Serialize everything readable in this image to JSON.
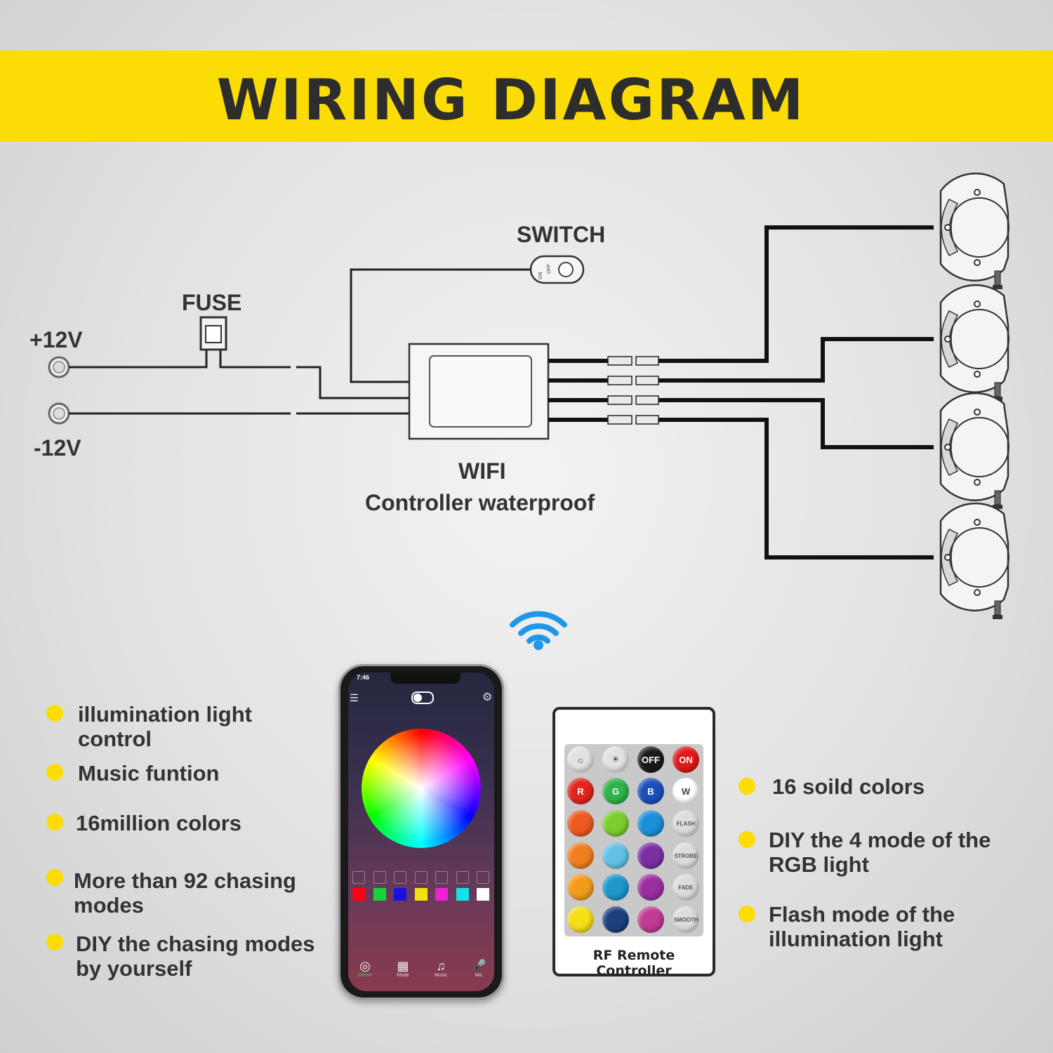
{
  "title": "WIRING DIAGRAM",
  "labels": {
    "switch": "SWITCH",
    "fuse": "FUSE",
    "plus": "+12V",
    "minus": "-12V",
    "wifi": "WIFI",
    "controller": "Controller waterproof"
  },
  "switch_icon": {
    "on": "ON",
    "off": "OFF"
  },
  "features_left": [
    {
      "line1": "illumination light",
      "line2": "control"
    },
    {
      "line1": "Music funtion",
      "line2": ""
    },
    {
      "line1": "16million colors",
      "line2": ""
    },
    {
      "line1": "More than 92 chasing",
      "line2": "modes"
    },
    {
      "line1": "DIY the chasing modes",
      "line2": "by yourself"
    }
  ],
  "features_right": [
    {
      "line1": "16 soild colors",
      "line2": ""
    },
    {
      "line1": "DIY the 4 mode of the",
      "line2": "RGB light"
    },
    {
      "line1": "Flash mode of the",
      "line2": "illumination light"
    }
  ],
  "phone": {
    "time": "7:46",
    "nav": [
      {
        "icon": "wheel-icon",
        "label": "Wheel"
      },
      {
        "icon": "mode-icon",
        "label": "Mode"
      },
      {
        "icon": "music-icon",
        "label": "Music"
      },
      {
        "icon": "mic-icon",
        "label": "Mic"
      }
    ],
    "swatches": [
      "#ff0010",
      "#16d43a",
      "#1a10e0",
      "#f5e10c",
      "#ee1fd6",
      "#14e2e6",
      "#ffffff"
    ]
  },
  "remote": {
    "label": "RF Remote Controller",
    "top_row": [
      "",
      "",
      "OFF",
      "ON"
    ],
    "rgbw": [
      "R",
      "G",
      "B",
      "W"
    ],
    "modes": [
      "FLASH",
      "STROBE",
      "FADE",
      "SMOOTH"
    ],
    "colors": {
      "off": "#1a1a1a",
      "on": "#e0191b",
      "grid": [
        [
          "#e2241f",
          "#2fb34a",
          "#1d4fb8"
        ],
        [
          "#ec5a20",
          "#7ccd2f",
          "#1c8fd8"
        ],
        [
          "#f07f1e",
          "#63c1e6",
          "#7a2fa5"
        ],
        [
          "#f39c1c",
          "#1f96cc",
          "#9a2fa0"
        ],
        [
          "#f4df17",
          "#1c3f7e",
          "#c13a95"
        ]
      ]
    }
  },
  "accent": "#fcdc05"
}
